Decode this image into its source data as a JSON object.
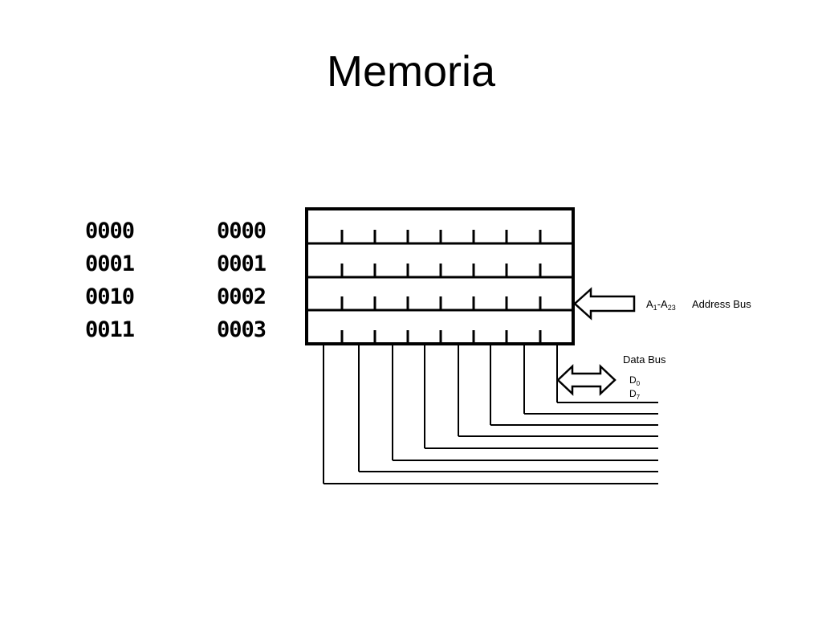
{
  "title": "Memoria",
  "addresses_binary": [
    "0000",
    "0001",
    "0010",
    "0011"
  ],
  "addresses_hex": [
    "0000",
    "0001",
    "0002",
    "0003"
  ],
  "address_bus": {
    "range_main": "A",
    "range_from_sub": "1",
    "range_sep": "-A",
    "range_to_sub": "23",
    "label": "Address Bus"
  },
  "data_bus": {
    "label": "Data Bus",
    "d0": "D",
    "d0_sub": "0",
    "d7": "D",
    "d7_sub": "7"
  }
}
